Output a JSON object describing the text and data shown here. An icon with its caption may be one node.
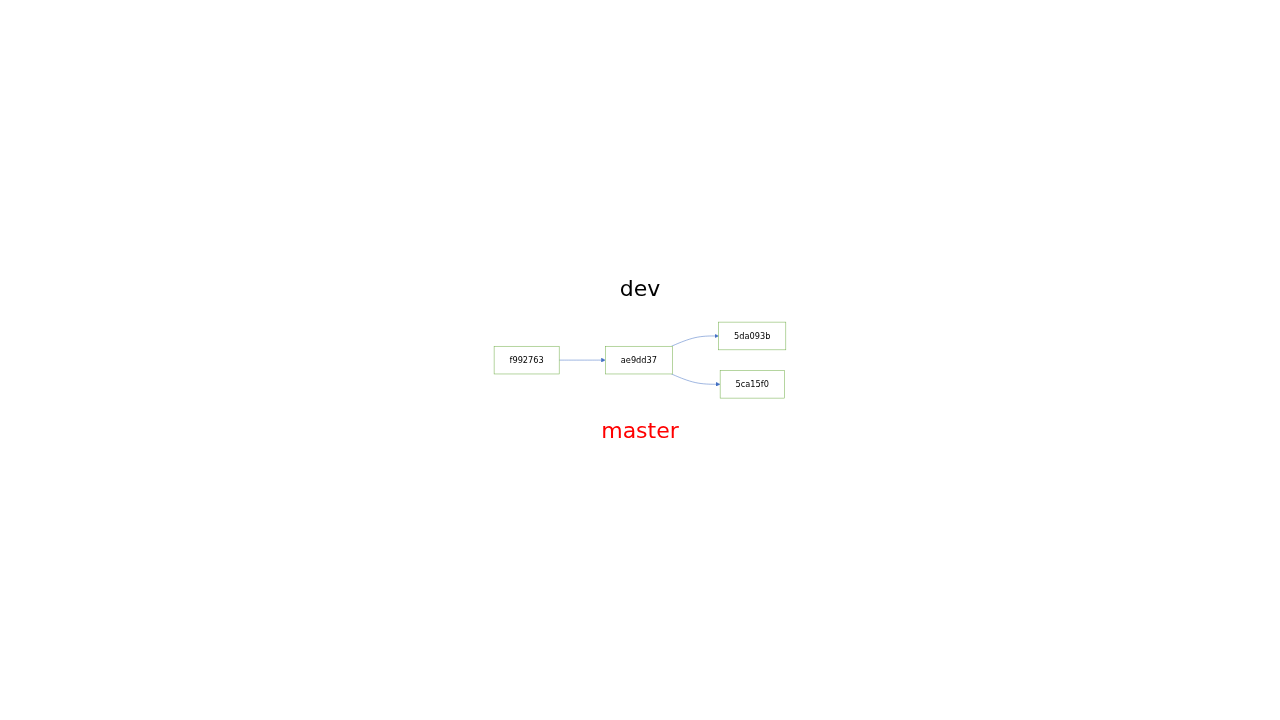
{
  "diagram": {
    "nodes": [
      {
        "text": [
          "f992763"
        ]
      },
      {
        "text": [
          "ae9dd37"
        ]
      },
      {
        "text": [
          "5da093b"
        ]
      },
      {
        "text": [
          "5ca15f0"
        ]
      }
    ],
    "edges": [
      {
        "from": 0,
        "to": 1,
        "arrow": "to"
      },
      {
        "from": 1,
        "to": 2,
        "arrow": "to"
      },
      {
        "from": 1,
        "to": 3,
        "arrow": "to"
      }
    ],
    "labels": [
      "dev",
      "master"
    ]
  }
}
